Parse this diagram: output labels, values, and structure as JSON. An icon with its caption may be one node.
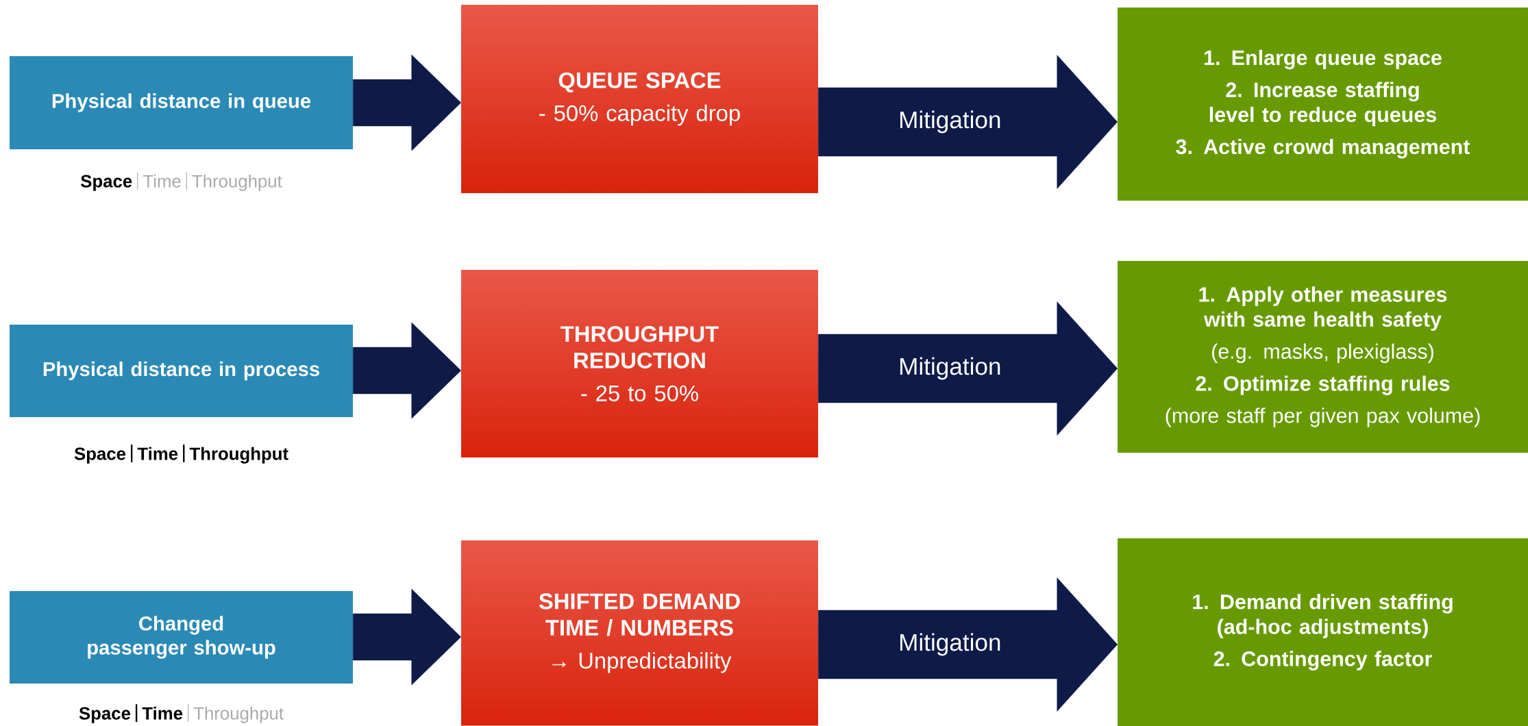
{
  "diagram": {
    "nodes": [
      {
        "text": [
          "Physical distance in queue"
        ],
        "beside": [
          "Space",
          "Time",
          "Throughput"
        ]
      },
      {
        "text": [
          "QUEUE SPACE",
          "- 50% capacity drop"
        ]
      },
      {
        "text": [
          "1. Enlarge queue space",
          "2. Increase staffing level to reduce queues",
          "3. Active crowd management"
        ]
      },
      {
        "text": [
          "Physical distance in process"
        ],
        "beside": [
          "Space",
          "Time",
          "Throughput"
        ]
      },
      {
        "text": [
          "THROUGHPUT REDUCTION",
          "- 25 to 50%"
        ]
      },
      {
        "text": [
          "1. Apply other measures with same health safety",
          "(e.g. masks, plexiglass)",
          "2. Optimize staffing rules",
          "(more staff per given pax volume)"
        ]
      },
      {
        "text": [
          "Changed passenger show-up"
        ],
        "beside": [
          "Space",
          "Time",
          "Throughput"
        ]
      },
      {
        "text": [
          "SHIFTED DEMAND TIME / NUMBERS",
          "→ Unpredictability"
        ]
      },
      {
        "text": [
          "1. Demand driven staffing (ad-hoc adjustments)",
          "2. Contingency factor"
        ]
      }
    ],
    "edges": [
      {
        "from": 0,
        "to": 1,
        "arrow": "to"
      },
      {
        "from": 1,
        "to": 2,
        "arrow": "to",
        "label": "Mitigation"
      },
      {
        "from": 3,
        "to": 4,
        "arrow": "to"
      },
      {
        "from": 4,
        "to": 5,
        "arrow": "to",
        "label": "Mitigation"
      },
      {
        "from": 6,
        "to": 7,
        "arrow": "to"
      },
      {
        "from": 7,
        "to": 8,
        "arrow": "to",
        "label": "Mitigation"
      }
    ]
  }
}
